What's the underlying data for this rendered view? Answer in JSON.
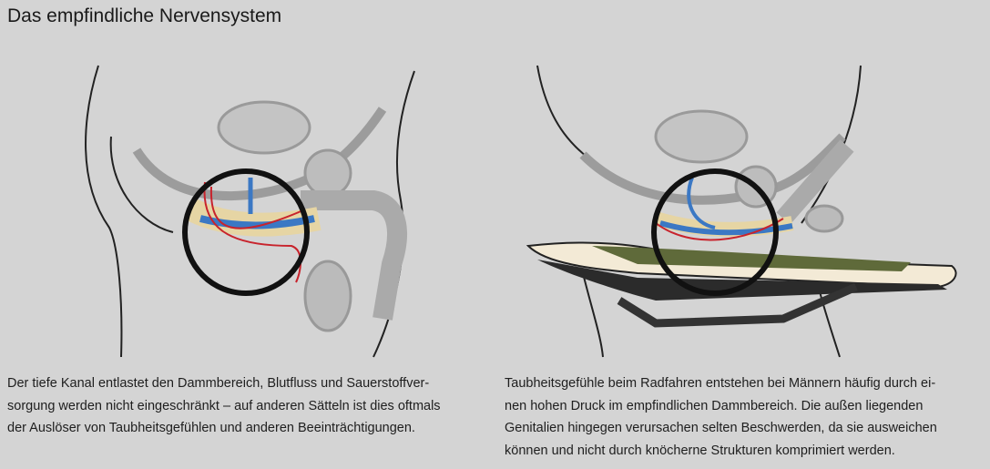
{
  "title": "Das empfindliche Nervensystem",
  "left_caption": [
    "Der tiefe Kanal entlastet den Dammbereich, Blutfluss und Sauerstoffver-",
    "sorgung werden nicht eingeschränkt – auf anderen Sätteln ist dies oftmals",
    "der Auslöser von Taubheitsgefühlen und anderen Beeinträchtigungen."
  ],
  "right_caption": [
    "Taubheitsgefühle beim Radfahren entstehen bei Männern häufig durch ei-",
    "nen hohen Druck im empfindlichen Dammbereich. Die außen liegenden",
    "Genitalien hingegen verursachen selten Beschwerden, da sie ausweichen",
    "können und nicht durch knöcherne Strukturen komprimiert werden."
  ],
  "colors": {
    "background": "#d4d4d4",
    "nerve": "#3b78c4",
    "artery": "#c8232c",
    "tissue": "#e8d7a8",
    "saddle_top": "#f3ead6",
    "saddle_pad": "#5f6a3a"
  }
}
